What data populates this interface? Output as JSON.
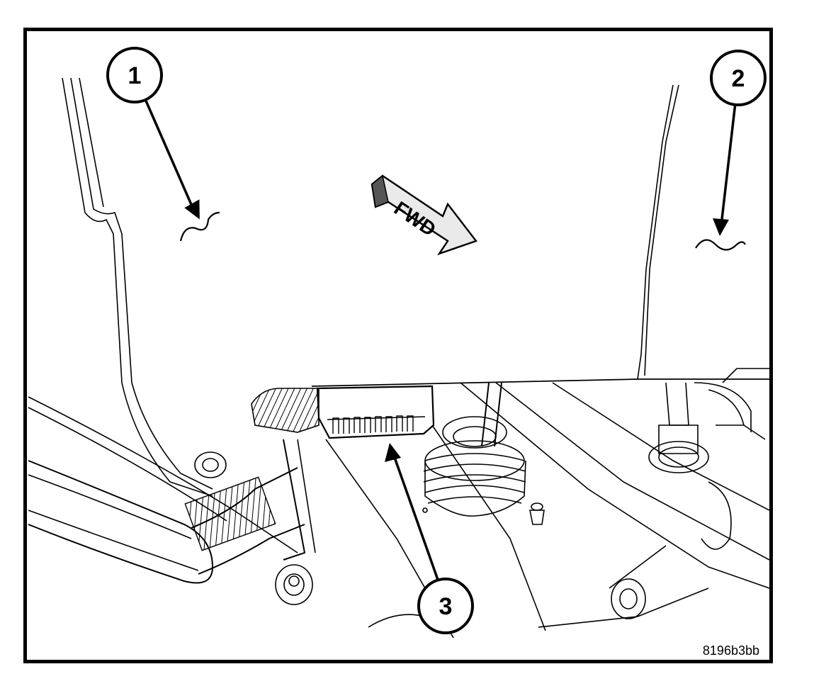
{
  "callouts": [
    {
      "number": "1"
    },
    {
      "number": "2"
    },
    {
      "number": "3"
    }
  ],
  "direction_arrow": {
    "label": "FWD"
  },
  "figure_id": "8196b3bb",
  "colors": {
    "line": "#000000",
    "background": "#ffffff"
  }
}
